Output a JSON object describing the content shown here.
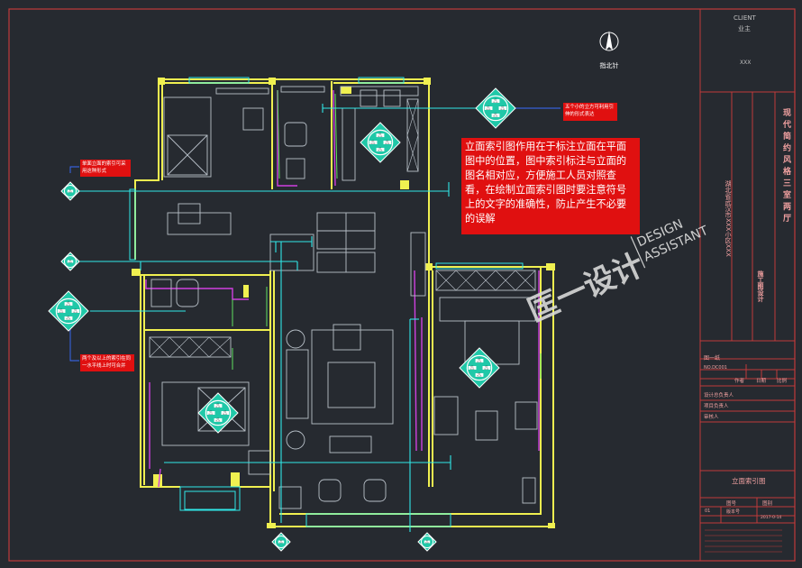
{
  "title_block": {
    "client_label": "CLIENT",
    "client_cn": "业主",
    "client_value": "XXX",
    "project_vertical": "现代简约风格三室两厅",
    "project_name_vertical": "湖北省武汉市XXX小区XXX",
    "design_stage_vertical": "施工图设计",
    "row1_left": "图一纸",
    "row2_left": "NO.DC001",
    "row2_right_a": "作者",
    "row2_right_b": "日期",
    "row2_right_c": "比例",
    "roles": [
      "设计总负责人",
      "项目负责人",
      "审核人"
    ],
    "drawing_name": "立面索引图",
    "bottom_a": "图号",
    "bottom_b": "图别",
    "bottom_c": "01",
    "bottom_d": "版本号",
    "bottom_e": "2017-0-14"
  },
  "north": {
    "label": "指北针"
  },
  "main_note": "立面索引图作用在于标注立面在平面图中的位置，图中索引标注与立面的图名相对应，方便施工人员对照查看，在绘制立面索引图时要注意符号上的文字的准确性，防止产生不必要的误解",
  "note_top_right": "五个小的立方可利用引伸的形式表达",
  "note_left_top": "单面立面的索引可采用这种形式",
  "note_left_bottom": "两个及以上的索引在同一水平线上时可合并",
  "watermark": {
    "cn": "匡一设计",
    "en1": "DESIGN",
    "en2": "ASSISTANT"
  },
  "symbol_text": {
    "num": "EL-01",
    "sheet": "01"
  },
  "colors": {
    "background": "#262a30",
    "frame": "#c03a3a",
    "wall": "#f0f050",
    "cyan": "#30e8e8",
    "magenta": "#d040e0",
    "green": "#60e060",
    "furniture": "#b8c0c8",
    "note": "#e01010"
  }
}
